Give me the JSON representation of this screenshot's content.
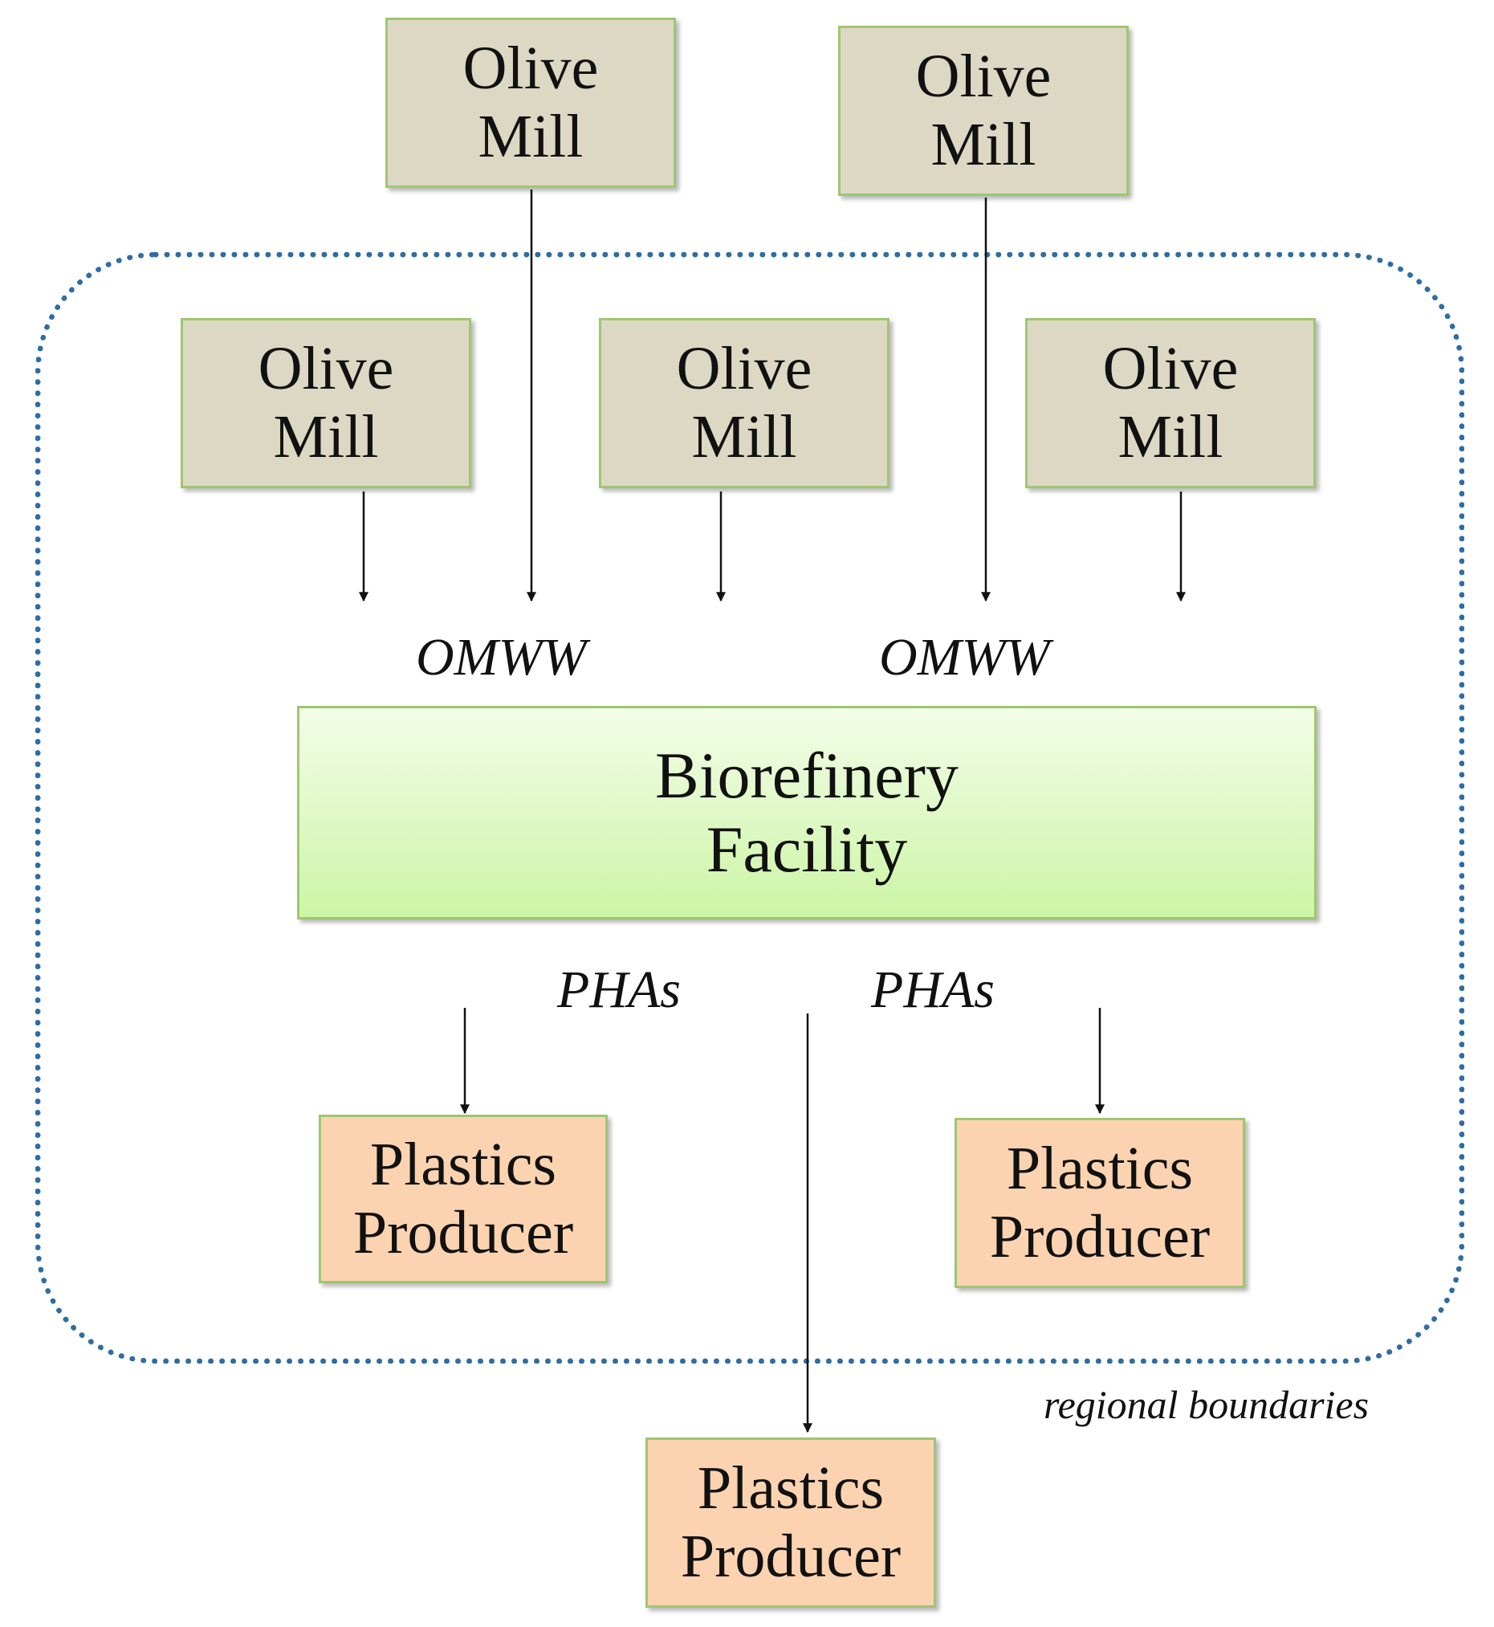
{
  "diagram": {
    "boundary_label": "regional boundaries",
    "nodes": {
      "mill_outside_1": {
        "line1": "Olive",
        "line2": "Mill"
      },
      "mill_outside_2": {
        "line1": "Olive",
        "line2": "Mill"
      },
      "mill_inside_1": {
        "line1": "Olive",
        "line2": "Mill"
      },
      "mill_inside_2": {
        "line1": "Olive",
        "line2": "Mill"
      },
      "mill_inside_3": {
        "line1": "Olive",
        "line2": "Mill"
      },
      "biorefinery": {
        "line1": "Biorefinery",
        "line2": "Facility"
      },
      "producer_inside_1": {
        "line1": "Plastics",
        "line2": "Producer"
      },
      "producer_inside_2": {
        "line1": "Plastics",
        "line2": "Producer"
      },
      "producer_outside": {
        "line1": "Plastics",
        "line2": "Producer"
      }
    },
    "flow_labels": {
      "omww_left": "OMWW",
      "omww_right": "OMWW",
      "phas_left": "PHAs",
      "phas_right": "PHAs"
    },
    "colors": {
      "olive_mill_fill": "#ddd8c3",
      "producer_fill": "#fbd3b0",
      "biorefinery_fill": "#ccf5a6",
      "box_border": "#9ec770",
      "boundary": "#2e6da4"
    }
  }
}
